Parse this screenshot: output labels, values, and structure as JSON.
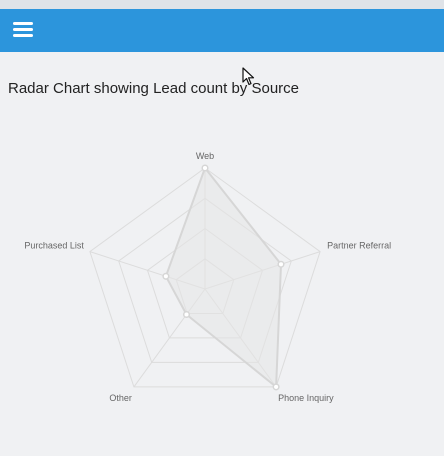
{
  "header": {
    "menu_icon": "hamburger-menu-icon",
    "color": "#2c95dc"
  },
  "chart_title": "Radar Chart showing Lead count by Source",
  "chart_data": {
    "type": "radar",
    "title": "Radar Chart showing Lead count by Source",
    "categories": [
      "Web",
      "Partner Referral",
      "Phone Inquiry",
      "Other",
      "Purchased List"
    ],
    "series": [
      {
        "values": [
          5,
          3.3,
          5,
          1.3,
          1.7
        ]
      }
    ],
    "rmax": 5,
    "grid_levels": 4,
    "grid": true,
    "colors": {
      "grid": "#dcdcdc",
      "series_stroke": "#d6d6d6",
      "series_fill": "#e6e6e6"
    }
  }
}
